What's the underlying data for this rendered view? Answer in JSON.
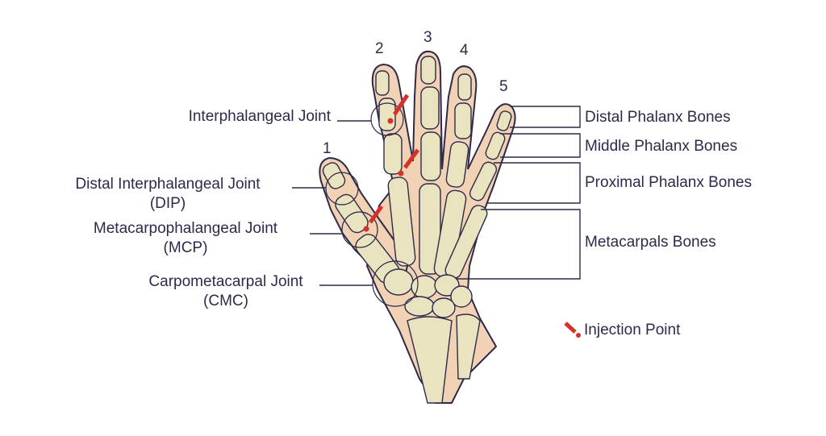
{
  "diagram": {
    "finger_numbers": [
      "1",
      "2",
      "3",
      "4",
      "5"
    ],
    "labels_left": {
      "interphalangeal": "Interphalangeal Joint",
      "dip_line1": "Distal Interphalangeal Joint",
      "dip_line2": "(DIP)",
      "mcp_line1": "Metacarpophalangeal Joint",
      "mcp_line2": "(MCP)",
      "cmc_line1": "Carpometacarpal Joint",
      "cmc_line2": "(CMC)"
    },
    "labels_right": {
      "distal": "Distal Phalanx Bones",
      "middle": "Middle Phalanx Bones",
      "proximal": "Proximal Phalanx Bones",
      "metacarpals": "Metacarpals Bones"
    },
    "legend": {
      "injection": "Injection Point",
      "color": "#d6322a"
    },
    "colors": {
      "skin": "#f2d2b4",
      "bone": "#e9e3bf",
      "outline": "#2d2a4a"
    }
  }
}
